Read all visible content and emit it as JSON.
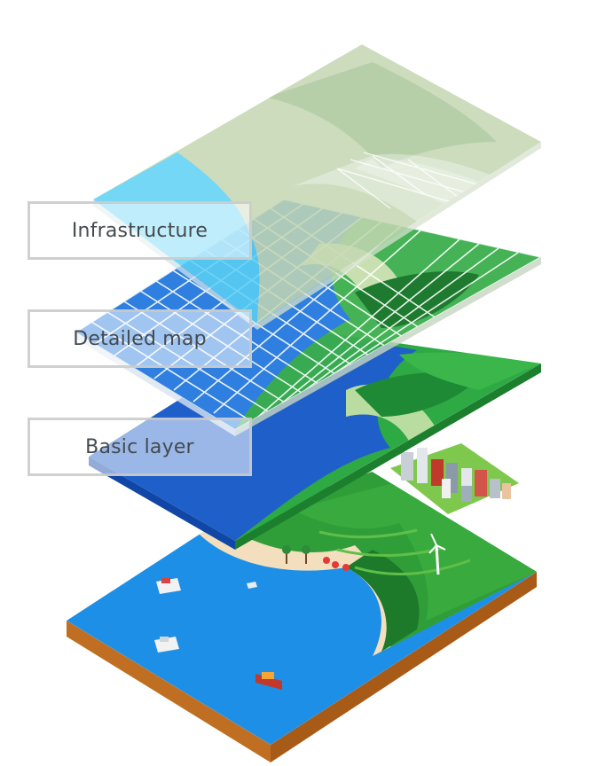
{
  "layers": [
    {
      "label": "Infrastructure"
    },
    {
      "label": "Detailed map"
    },
    {
      "label": "Basic layer"
    }
  ],
  "colors": {
    "sea": "#1e88e5",
    "deep_sea": "#1a56c4",
    "land_green": "#2e9b3a",
    "dark_green": "#1e7a2c",
    "beach": "#f3dfbe",
    "soil": "#c97a2a",
    "infra_green": "#c3d6b2",
    "infra_blue": "#56cdf2"
  },
  "icons": [
    "ship-icon",
    "wind-turbine-icon",
    "palm-tree-icon",
    "building-icon"
  ]
}
